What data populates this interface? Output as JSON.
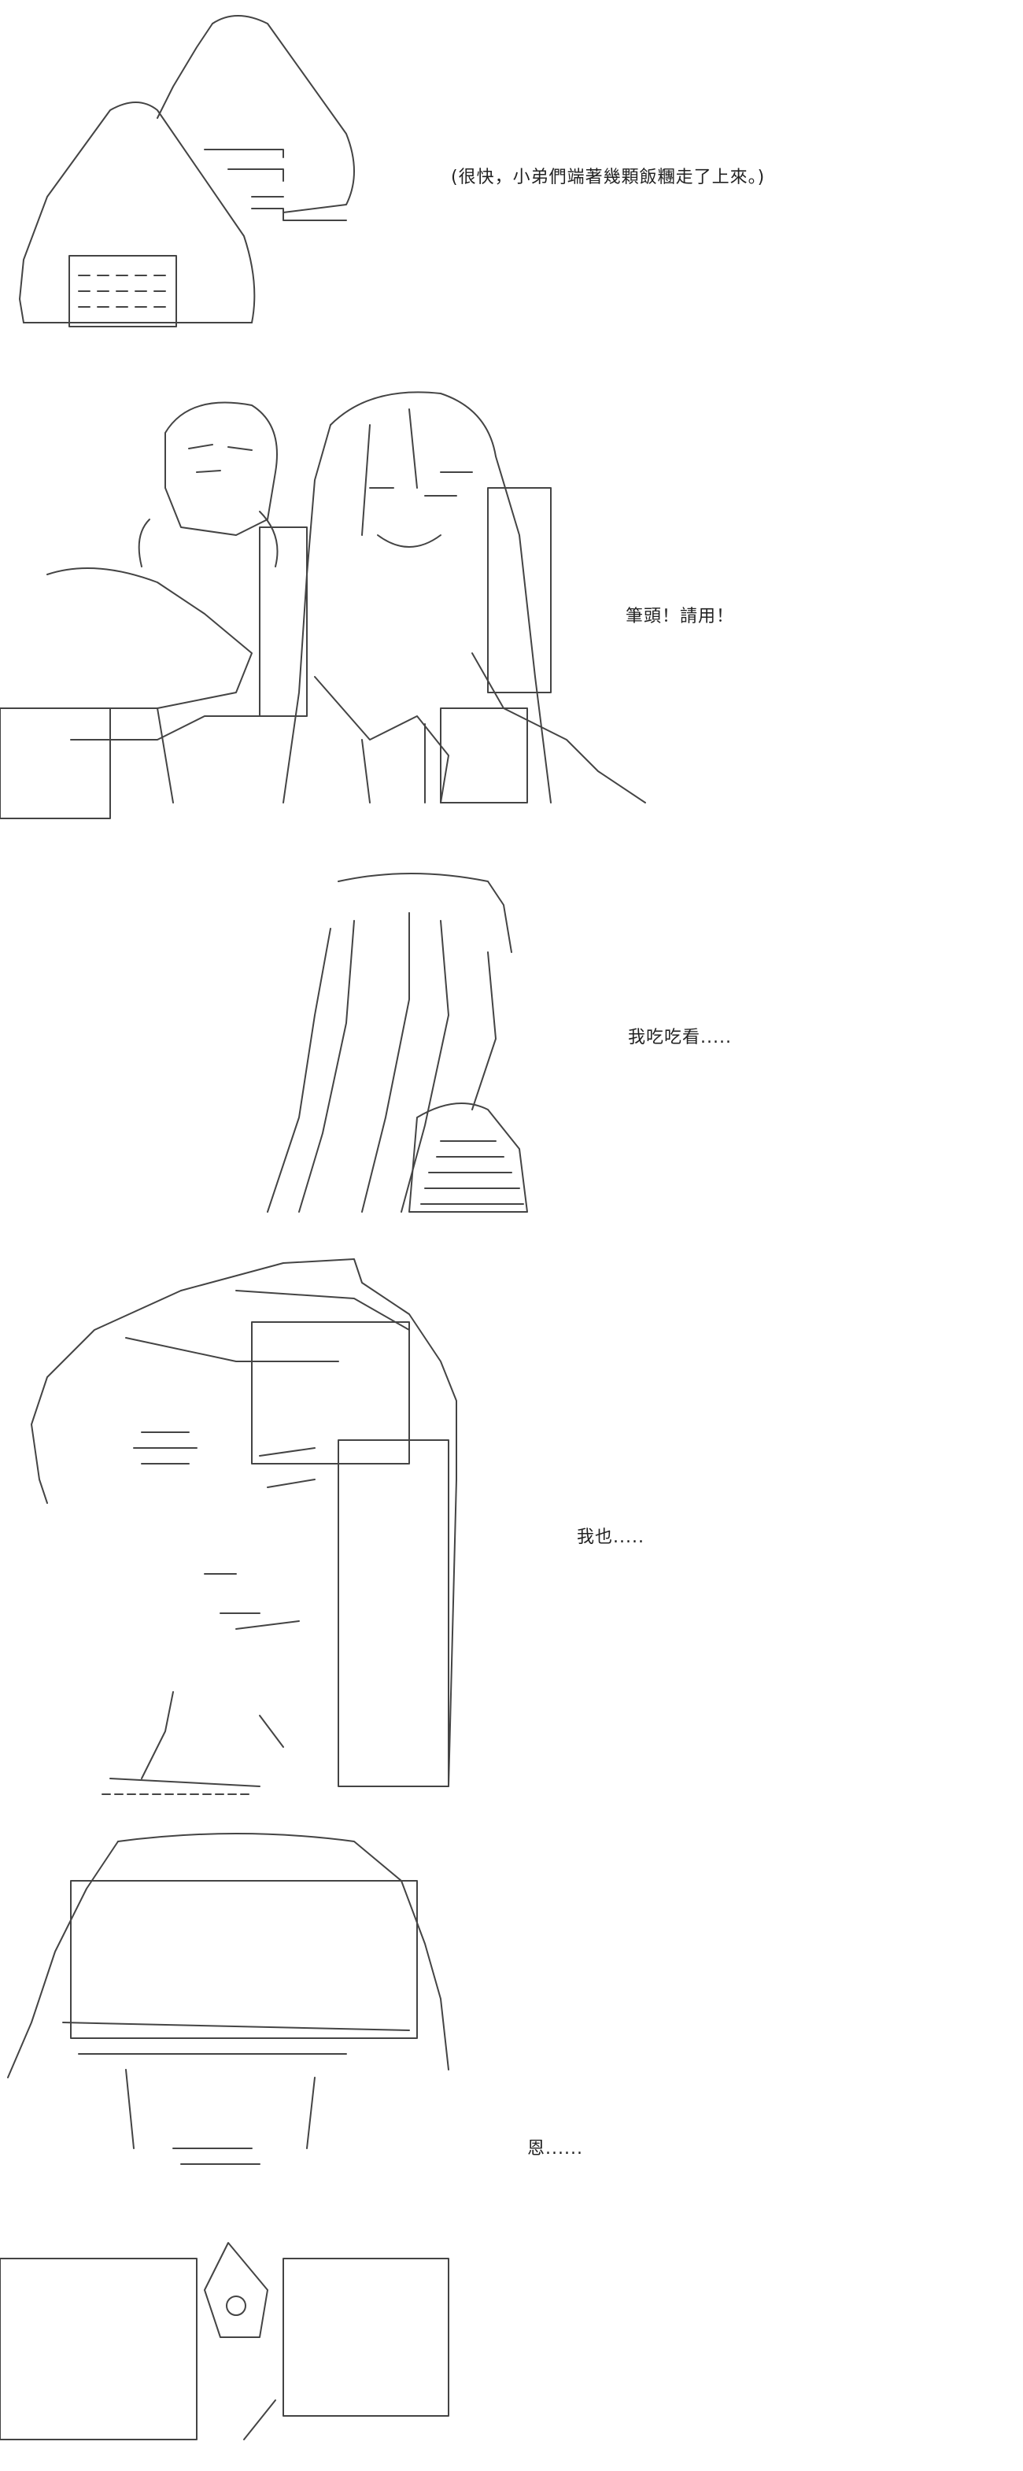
{
  "panels": [
    {
      "id": "onigiri",
      "caption": "(很快，小弟們端著幾顆飯糰走了上來。)"
    },
    {
      "id": "group",
      "caption": "筆頭！請用！"
    },
    {
      "id": "hand",
      "caption": "我吃吃看....."
    },
    {
      "id": "boy",
      "caption": "我也....."
    },
    {
      "id": "eat",
      "caption": "恩......"
    }
  ]
}
